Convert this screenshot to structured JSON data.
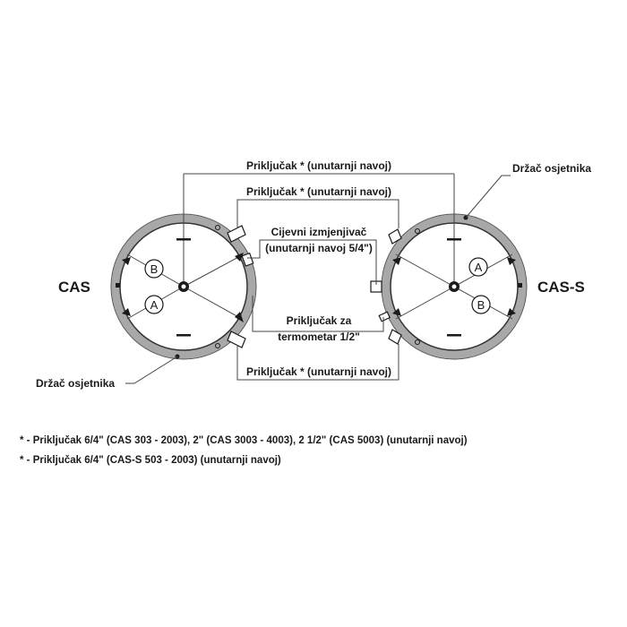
{
  "tanks": {
    "left": {
      "name": "CAS",
      "top_marker": "B",
      "bottom_marker": "A"
    },
    "right": {
      "name": "CAS-S",
      "top_marker": "A",
      "bottom_marker": "B"
    }
  },
  "labels": {
    "connection_top_outer": "Priključak * (unutarnji navoj)",
    "connection_top_inner": "Priključak * (unutarnji navoj)",
    "heat_exchanger_line1": "Cijevni izmjenjivač",
    "heat_exchanger_line2": "(unutarnji navoj 5/4\")",
    "thermometer_line1": "Priključak za",
    "thermometer_line2": "termometar 1/2\"",
    "connection_bottom": "Priključak * (unutarnji navoj)",
    "sensor_holder_right": "Držač osjetnika",
    "sensor_holder_left": "Držač osjetnika"
  },
  "footnotes": [
    "* - Priključak 6/4\" (CAS 303 - 2003), 2\" (CAS 3003 - 4003), 2 1/2\" (CAS 5003) (unutarnji navoj)",
    "* - Priključak 6/4\" (CAS-S 503 - 2003) (unutarnji navoj)"
  ],
  "colors": {
    "ring": "#a8a8a8",
    "ink": "#1a1a1a",
    "line": "#444444"
  }
}
